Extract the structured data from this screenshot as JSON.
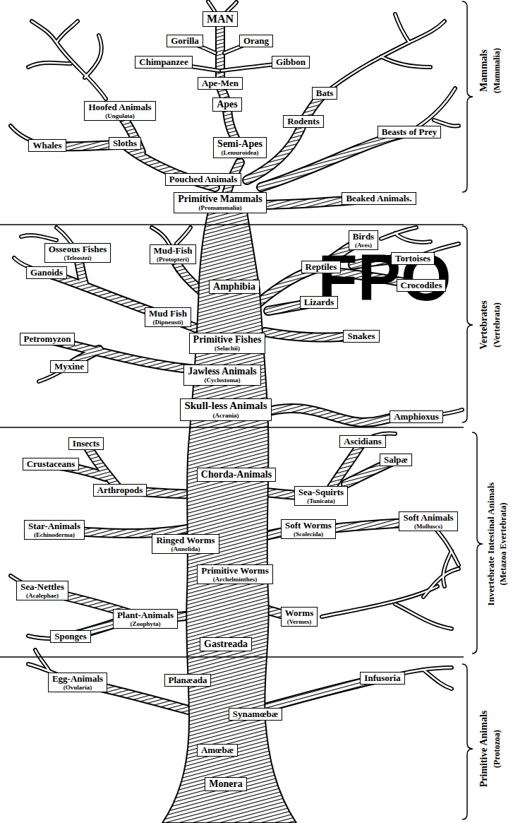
{
  "diagram": {
    "nodes": [
      {
        "text": [
          "MAN"
        ]
      },
      {
        "text": [
          "Gorilla"
        ]
      },
      {
        "text": [
          "Orang"
        ]
      },
      {
        "text": [
          "Chimpanzee"
        ]
      },
      {
        "text": [
          "Gibbon"
        ]
      },
      {
        "text": [
          "Ape-Men"
        ]
      },
      {
        "text": [
          "Hoofed Animals",
          "(Ungulata)"
        ]
      },
      {
        "text": [
          "Apes"
        ]
      },
      {
        "text": [
          "Bats"
        ]
      },
      {
        "text": [
          "Rodents"
        ]
      },
      {
        "text": [
          "Beasts of Prey"
        ]
      },
      {
        "text": [
          "Whales"
        ]
      },
      {
        "text": [
          "Sloths"
        ]
      },
      {
        "text": [
          "Semi-Apes",
          "(Lemuroidea)"
        ]
      },
      {
        "text": [
          "Pouched Animals"
        ]
      },
      {
        "text": [
          "Primitive Mammals",
          "(Promammalia)"
        ]
      },
      {
        "text": [
          "Beaked Animals."
        ]
      },
      {
        "text": [
          "Birds",
          "(Aves)"
        ]
      },
      {
        "text": [
          "Osseous Fishes",
          "(Teleostei)"
        ]
      },
      {
        "text": [
          "Mud-Fish",
          "(Protopteri)"
        ]
      },
      {
        "text": [
          "Tortoises"
        ]
      },
      {
        "text": [
          "Reptiles"
        ]
      },
      {
        "text": [
          "Ganoids"
        ]
      },
      {
        "text": [
          "Crocodiles"
        ]
      },
      {
        "text": [
          "Amphibia"
        ]
      },
      {
        "text": [
          "Lizards"
        ]
      },
      {
        "text": [
          "Mud Fish",
          "(Dipneusti)"
        ]
      },
      {
        "text": [
          "Primitive Fishes",
          "(Selachii)"
        ]
      },
      {
        "text": [
          "Snakes"
        ]
      },
      {
        "text": [
          "Petromyzon"
        ]
      },
      {
        "text": [
          "Myxine"
        ]
      },
      {
        "text": [
          "Jawless Animals",
          "(Cyclostoma)"
        ]
      },
      {
        "text": [
          "Skull-less Animals",
          "(Acrania)"
        ]
      },
      {
        "text": [
          "Amphioxus"
        ]
      },
      {
        "text": [
          "Insects"
        ]
      },
      {
        "text": [
          "Ascidians"
        ]
      },
      {
        "text": [
          "Salpæ"
        ]
      },
      {
        "text": [
          "Crustaceans"
        ]
      },
      {
        "text": [
          "Chorda-Animals"
        ]
      },
      {
        "text": [
          "Arthropods"
        ]
      },
      {
        "text": [
          "Sea-Squirts",
          "(Tunicata)"
        ]
      },
      {
        "text": [
          "Soft Animals",
          "(Molluscs)"
        ]
      },
      {
        "text": [
          "Star-Animals",
          "(Echinoderma)"
        ]
      },
      {
        "text": [
          "Ringed Worms",
          "(Annelida)"
        ]
      },
      {
        "text": [
          "Soft Worms",
          "(Scolecida)"
        ]
      },
      {
        "text": [
          "Primitive Worms",
          "(Archelminthes)"
        ]
      },
      {
        "text": [
          "Sea-Nettles",
          "(Acalephae)"
        ]
      },
      {
        "text": [
          "Plant-Animals",
          "(Zoophyta)"
        ]
      },
      {
        "text": [
          "Worms",
          "(Vermes)"
        ]
      },
      {
        "text": [
          "Sponges"
        ]
      },
      {
        "text": [
          "Gastreada"
        ]
      },
      {
        "text": [
          "Egg-Animals",
          "(Ovularia)"
        ]
      },
      {
        "text": [
          "Planæada"
        ]
      },
      {
        "text": [
          "Infusoria"
        ]
      },
      {
        "text": [
          "Synamœbæ"
        ]
      },
      {
        "text": [
          "Amœbæ"
        ]
      },
      {
        "text": [
          "Monera"
        ]
      }
    ],
    "labels": [
      "Mammals",
      "(Mammalia)",
      "Vertebrates",
      "(Vertebrata)",
      "Invertebrate Intestinal Animals",
      "(Metazoa Evertebrata)",
      "Primitive Animals",
      "(Protozoa)",
      "FPO"
    ]
  }
}
